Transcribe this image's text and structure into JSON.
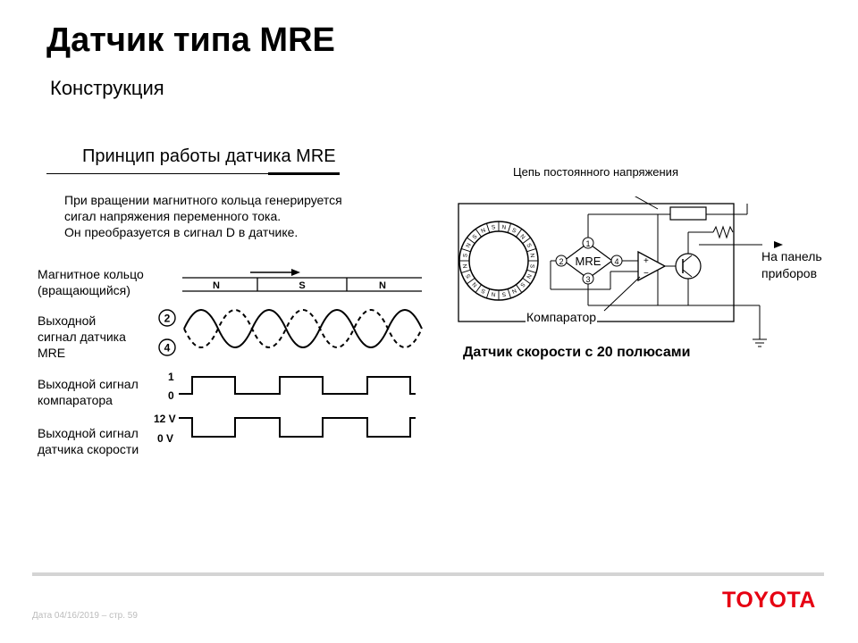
{
  "header": {
    "title": "Датчик типа MRE",
    "subtitle": "Конструкция"
  },
  "principle": {
    "heading": "Принцип работы датчика MRE",
    "description": [
      "При вращении магнитного кольца генерируется",
      "сигал напряжения переменного тока.",
      "Он преобразуется в сигнал D в датчике."
    ]
  },
  "waveform_labels": {
    "ring_line1": "Магнитное кольцо",
    "ring_line2": "(вращающийся)",
    "mre_line1": "Выходной",
    "mre_line2": "сигнал датчика",
    "mre_line3": "MRE",
    "comparator_line1": "Выходной сигнал",
    "comparator_line2": "компаратора",
    "speed_line1": "Выходной сигнал",
    "speed_line2": "датчика скорости"
  },
  "waveform_marks": {
    "poles": [
      "N",
      "S",
      "N"
    ],
    "terminal_a": "2",
    "terminal_b": "4",
    "level_high": "1",
    "level_low": "0",
    "voltage_high": "12 V",
    "voltage_low": "0 V"
  },
  "circuit": {
    "dc_label": "Цепь постоянного напряжения",
    "comparator_label": "Компаратор",
    "output_line1": "На панель",
    "output_line2": "приборов",
    "caption": "Датчик скорости с 20 полюсами",
    "mre_label": "MRE",
    "pins": [
      "1",
      "2",
      "3",
      "4"
    ],
    "ring_pole_letters": [
      "N",
      "S"
    ],
    "amp_plus": "+",
    "amp_minus": "−"
  },
  "footer": {
    "date_text": "Дата 04/16/2019 – стр. 59",
    "brand": "TOYOTA",
    "brand_color": "#e60012"
  }
}
